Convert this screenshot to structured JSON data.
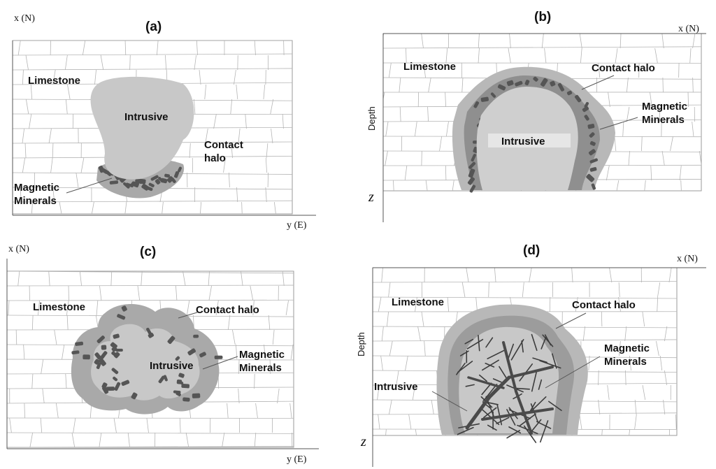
{
  "colors": {
    "intrusive": "#c8c8c8",
    "halo": "#a9a9a9",
    "halo_outer": "#b8b8b8",
    "minerals": "#555555",
    "veins": "#4a4a4a",
    "brick_line": "#b5b5b5"
  },
  "panels": {
    "a": {
      "label": "(a)",
      "axis_top": "x (N)",
      "axis_bottom": "y (E)",
      "limestone": "Limestone",
      "intrusive": "Intrusive",
      "halo": "Contact halo",
      "halo_line1": "Contact",
      "halo_line2": "halo",
      "minerals_line1": "Magnetic",
      "minerals_line2": "Minerals"
    },
    "b": {
      "label": "(b)",
      "axis_top": "x (N)",
      "axis_depth": "Depth",
      "axis_z": "z",
      "limestone": "Limestone",
      "intrusive": "Intrusive",
      "halo": "Contact halo",
      "minerals_line1": "Magnetic",
      "minerals_line2": "Minerals"
    },
    "c": {
      "label": "(c)",
      "axis_top": "x (N)",
      "axis_bottom": "y (E)",
      "limestone": "Limestone",
      "intrusive": "Intrusive",
      "halo": "Contact halo",
      "minerals_line1": "Magnetic",
      "minerals_line2": "Minerals"
    },
    "d": {
      "label": "(d)",
      "axis_top": "x (N)",
      "axis_depth": "Depth",
      "axis_z": "z",
      "limestone": "Limestone",
      "intrusive": "Intrusive",
      "halo": "Contact halo",
      "minerals_line1": "Magnetic",
      "minerals_line2": "Minerals"
    }
  }
}
